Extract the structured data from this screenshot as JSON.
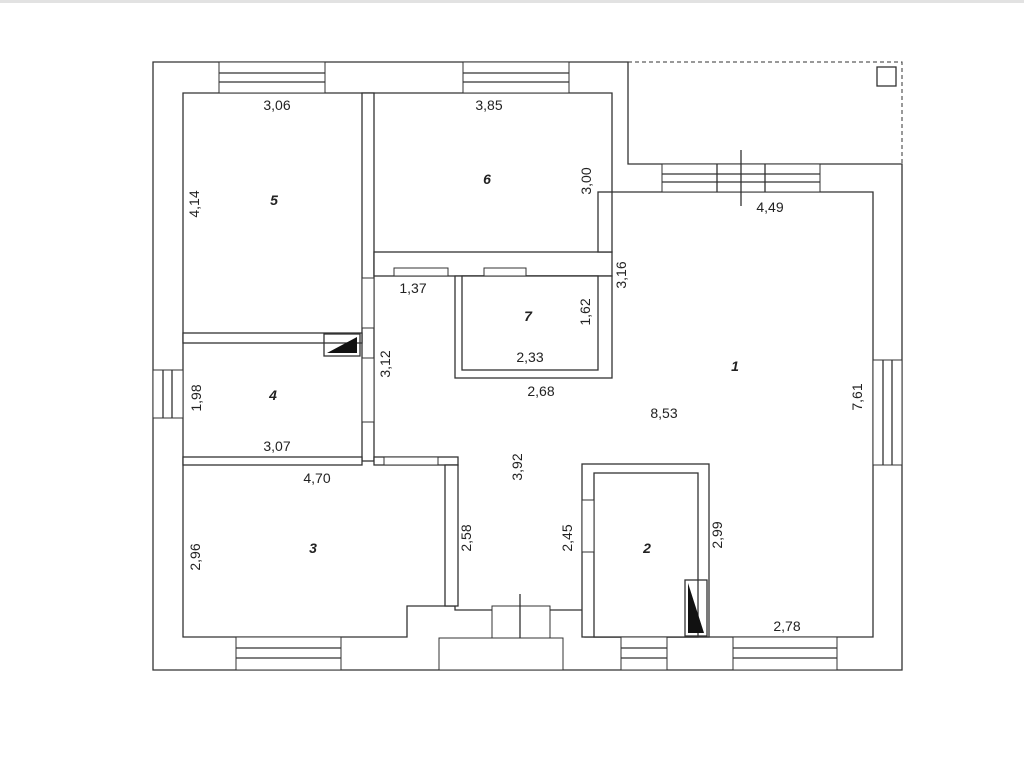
{
  "rooms": [
    {
      "id": "1",
      "label": "1"
    },
    {
      "id": "2",
      "label": "2"
    },
    {
      "id": "3",
      "label": "3"
    },
    {
      "id": "4",
      "label": "4"
    },
    {
      "id": "5",
      "label": "5"
    },
    {
      "id": "6",
      "label": "6"
    },
    {
      "id": "7",
      "label": "7"
    }
  ],
  "dimensions": {
    "room5_width": "3,06",
    "room5_height": "4,14",
    "room6_width": "3,85",
    "room6_height": "3,00",
    "room7_top": "1,37",
    "room7_height": "1,62",
    "room7_width": "2,33",
    "room7_outer": "2,68",
    "corridor_height": "3,12",
    "room1_right_top": "3,16",
    "room4_height": "1,98",
    "room4_width": "3,07",
    "room3_width": "4,70",
    "room3_height": "2,96",
    "room3_right": "2,58",
    "hall_height": "3,92",
    "room2_left": "2,45",
    "room2_right": "2,99",
    "room2_bottom": "2,78",
    "room1_top": "4,49",
    "room1_width": "8,53",
    "room1_height": "7,61"
  }
}
